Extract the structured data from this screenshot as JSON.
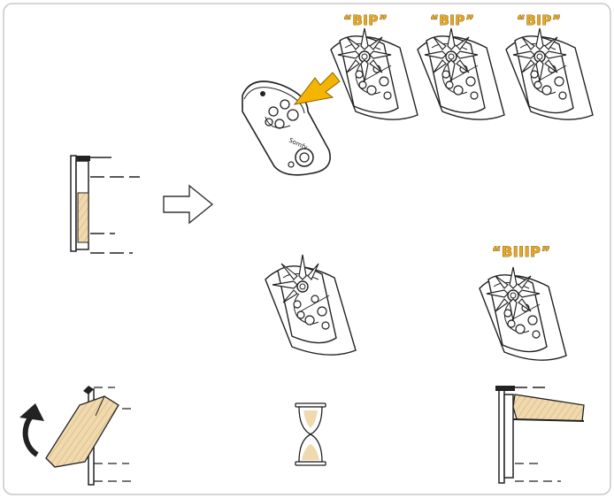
{
  "sounds": {
    "bip1": "“BIP”",
    "bip2": "“BIP”",
    "bip3": "“BIP”",
    "biiip": "“BIIIP”"
  },
  "remote": {
    "brand_text": "Somfy"
  },
  "colors": {
    "frame_border": "#c8c8c8",
    "sound_text": "#e8a820",
    "wood_fill": "#f1d9ae",
    "indicator_arrow": "#f5b400",
    "line": "#222222"
  }
}
